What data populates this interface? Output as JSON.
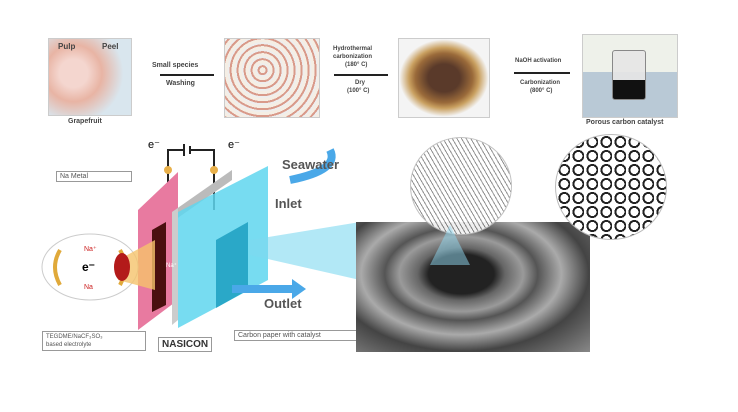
{
  "top_row": {
    "grapefruit": {
      "label": "Grapefruit",
      "pulp": "Pulp",
      "peel": "Peel"
    },
    "step1": {
      "above": "Small species",
      "below": "Washing"
    },
    "step2": {
      "above1": "Hydrothermal",
      "above2": "carbonization",
      "above3": "(180° C)",
      "below1": "Dry",
      "below2": "(100° C)"
    },
    "step3": {
      "above": "NaOH activation",
      "below1": "Carbonization",
      "below2": "(800° C)"
    },
    "product": "Porous carbon catalyst"
  },
  "cell": {
    "electron_left": "e⁻",
    "electron_right": "e⁻",
    "na_metal": "Na Metal",
    "seawater": "Seawater",
    "inlet": "Inlet",
    "outlet": "Outlet",
    "electrolyte_line1": "TEGDME/NaCF₃SO₃",
    "electrolyte_line2": "based electrolyte",
    "nasicon": "NASICON",
    "carbon_paper": "Carbon paper with catalyst",
    "cycle_na_plus": "Na⁺",
    "cycle_e": "e⁻",
    "cycle_na": "Na",
    "ion": "Na⁺"
  }
}
